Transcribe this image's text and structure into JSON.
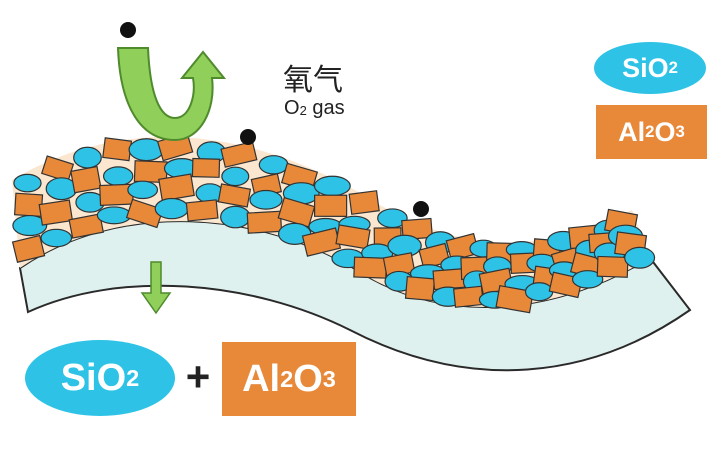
{
  "labels": {
    "oxygen_cn": "氧气",
    "oxygen_en_prefix": "O",
    "oxygen_en_sub": "2",
    "oxygen_en_suffix": " gas",
    "legend_sio2_main": "SiO",
    "legend_sio2_sub": "2",
    "legend_al2o3_a": "Al",
    "legend_al2o3_sub1": "2",
    "legend_al2o3_b": "O",
    "legend_al2o3_sub2": "3",
    "plus": "+"
  },
  "colors": {
    "sio2": "#2ec3e6",
    "al2o3": "#e8893a",
    "substrate": "#dff1ee",
    "arrow": "#8fcf5a",
    "outline": "#333333",
    "particle": "#111111"
  }
}
